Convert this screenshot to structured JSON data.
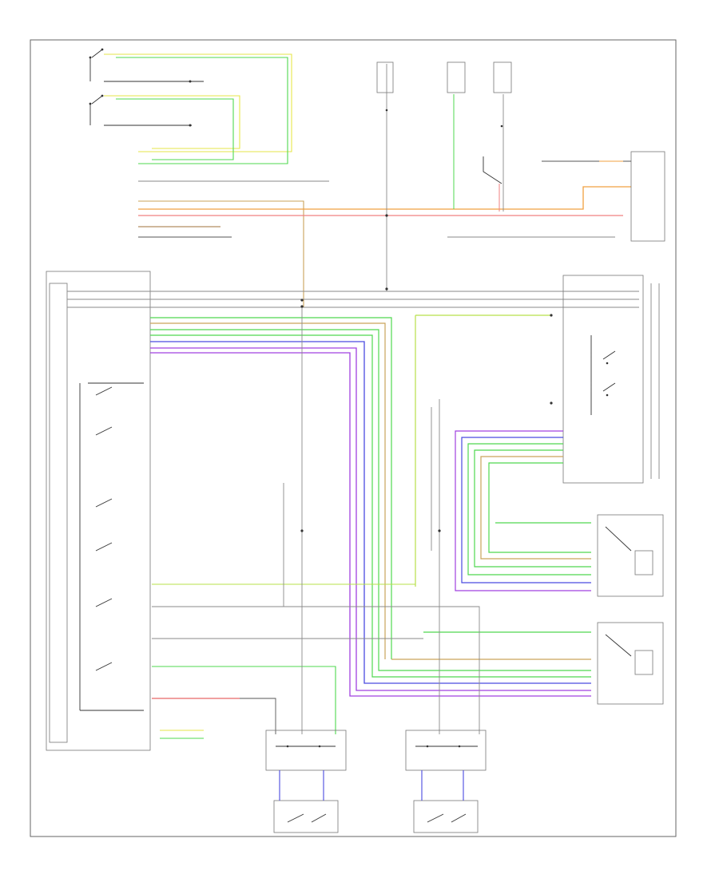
{
  "diagram": {
    "footer_code": "",
    "colors": {
      "yellow": "#e6e64a",
      "green": "#4fd84f",
      "yel_green": "#b7e04a",
      "orange": "#f0a040",
      "pink": "#f08080",
      "tan": "#c9a35a",
      "blue": "#4a4ae0",
      "violet": "#a040e0",
      "red": "#e04040",
      "gray": "#8a8a8a",
      "brown": "#a0703a"
    },
    "components": [
      {
        "id": "comp-left-front-switch",
        "label": ""
      },
      {
        "id": "comp-right-front-switch",
        "label": ""
      },
      {
        "id": "comp-main-switch",
        "label": ""
      },
      {
        "id": "comp-passenger-switch",
        "label": ""
      },
      {
        "id": "comp-rf-window-motor",
        "label": ""
      },
      {
        "id": "comp-lf-window-motor",
        "label": ""
      },
      {
        "id": "comp-lr-switch",
        "label": ""
      },
      {
        "id": "comp-rr-switch",
        "label": ""
      },
      {
        "id": "comp-lr-motor",
        "label": ""
      },
      {
        "id": "comp-rr-motor",
        "label": ""
      }
    ]
  }
}
